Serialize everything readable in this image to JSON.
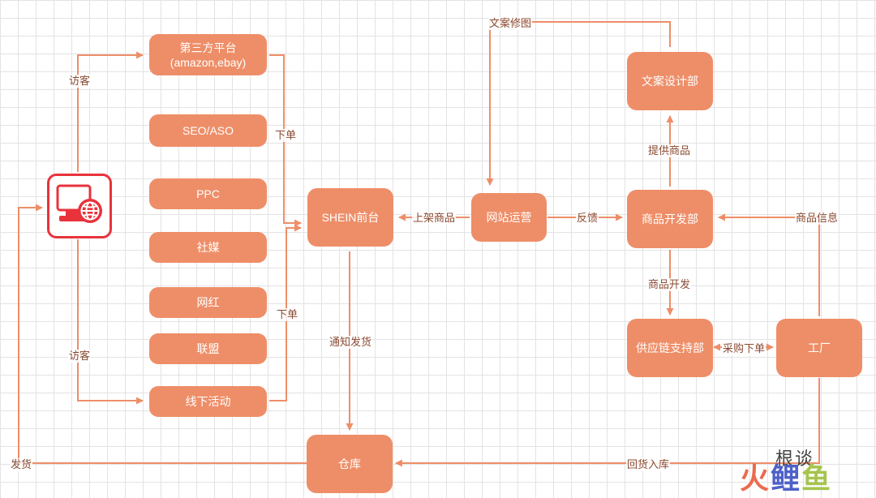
{
  "nodes": {
    "platform_line1": "第三方平台",
    "platform_line2": "(amazon,ebay)",
    "seo": "SEO/ASO",
    "ppc": "PPC",
    "social": "社媒",
    "influencer": "网红",
    "affiliate": "联盟",
    "offline": "线下活动",
    "shein": "SHEIN前台",
    "operations": "网站运营",
    "copy_dept": "文案设计部",
    "product_dev": "商品开发部",
    "supply_chain": "供应链支持部",
    "factory": "工厂",
    "warehouse": "仓库"
  },
  "edge_labels": {
    "visitor_top": "访客",
    "visitor_bottom": "访客",
    "order_top": "下单",
    "order_bottom": "下单",
    "list_products": "上架商品",
    "feedback": "反馈",
    "copy_edit": "文案修图",
    "provide_products": "提供商品",
    "product_dev": "商品开发",
    "product_info": "商品信息",
    "purchase_order": "采购下单",
    "notify_ship": "通知发货",
    "return_stock": "回货入库",
    "ship": "发货"
  },
  "icons": {
    "monitor": "monitor-globe-icon"
  },
  "colors": {
    "node_fill": "#ee8e68",
    "connector": "#ee8e68",
    "monitor_red": "#e8333c"
  },
  "watermark": {
    "brand_mark": "根谈",
    "logo_chars": [
      "火",
      "鲤",
      "鱼"
    ]
  }
}
